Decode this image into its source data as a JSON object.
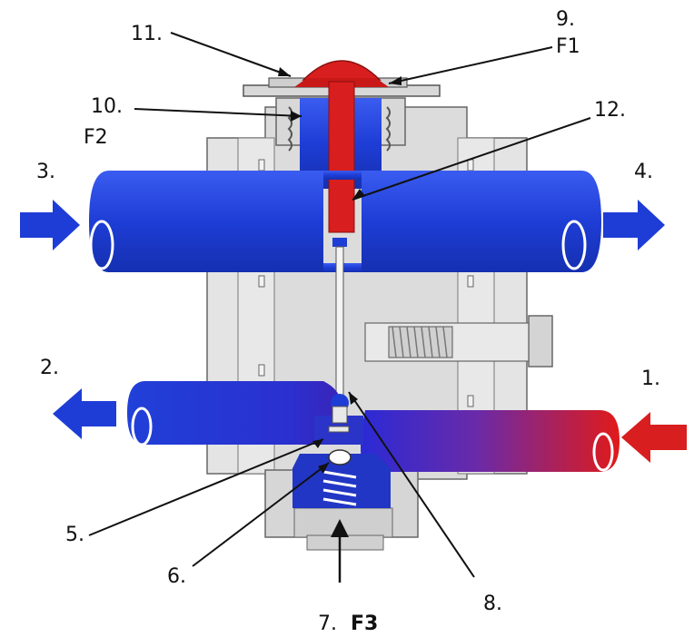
{
  "labels": {
    "l1": "1.",
    "l2": "2.",
    "l3": "3.",
    "l4": "4.",
    "l5": "5.",
    "l6": "6.",
    "l7": "7.",
    "l7f": "F3",
    "l8": "8.",
    "l9": "9.",
    "l9f": "F1",
    "l10": "10.",
    "l10f": "F2",
    "l11": "11.",
    "l12": "12."
  },
  "colors": {
    "cold_pipe": "#1f3fd0",
    "hot_pipe": "#d01818",
    "body_light": "#e2e2e2",
    "body_mid": "#d3d3d3",
    "outline": "#555555"
  }
}
